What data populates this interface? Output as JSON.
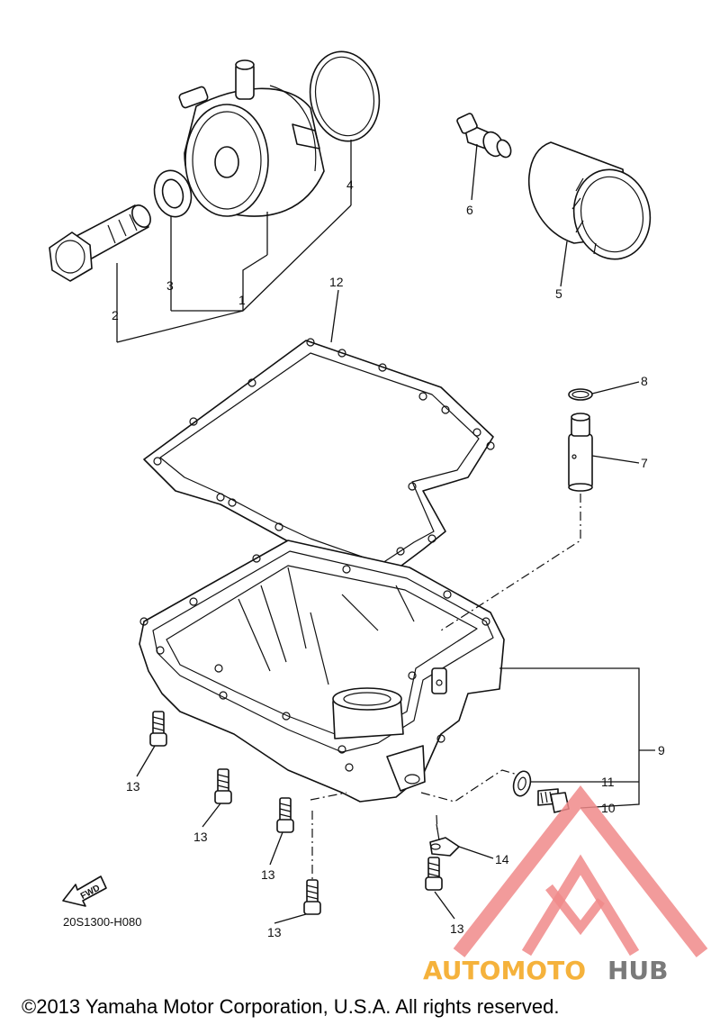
{
  "diagram": {
    "parts": [
      {
        "ref": "1"
      },
      {
        "ref": "2"
      },
      {
        "ref": "3"
      },
      {
        "ref": "4"
      },
      {
        "ref": "5"
      },
      {
        "ref": "6"
      },
      {
        "ref": "7"
      },
      {
        "ref": "8"
      },
      {
        "ref": "9"
      },
      {
        "ref": "10"
      },
      {
        "ref": "11"
      },
      {
        "ref": "12"
      },
      {
        "ref": "13"
      },
      {
        "ref": "13"
      },
      {
        "ref": "13"
      },
      {
        "ref": "13"
      },
      {
        "ref": "13"
      },
      {
        "ref": "14"
      }
    ],
    "fwd_label": "FWD",
    "diagram_code": "20S1300-H080",
    "copyright": "©2013 Yamaha Motor Corporation, U.S.A. All rights reserved."
  },
  "watermark": {
    "text_part1": "AUTOMOTO",
    "text_part2": "HUB",
    "color_primary": "#f08a8a",
    "color_accent": "#f5b23c",
    "color_dark": "#7a7a7a"
  }
}
